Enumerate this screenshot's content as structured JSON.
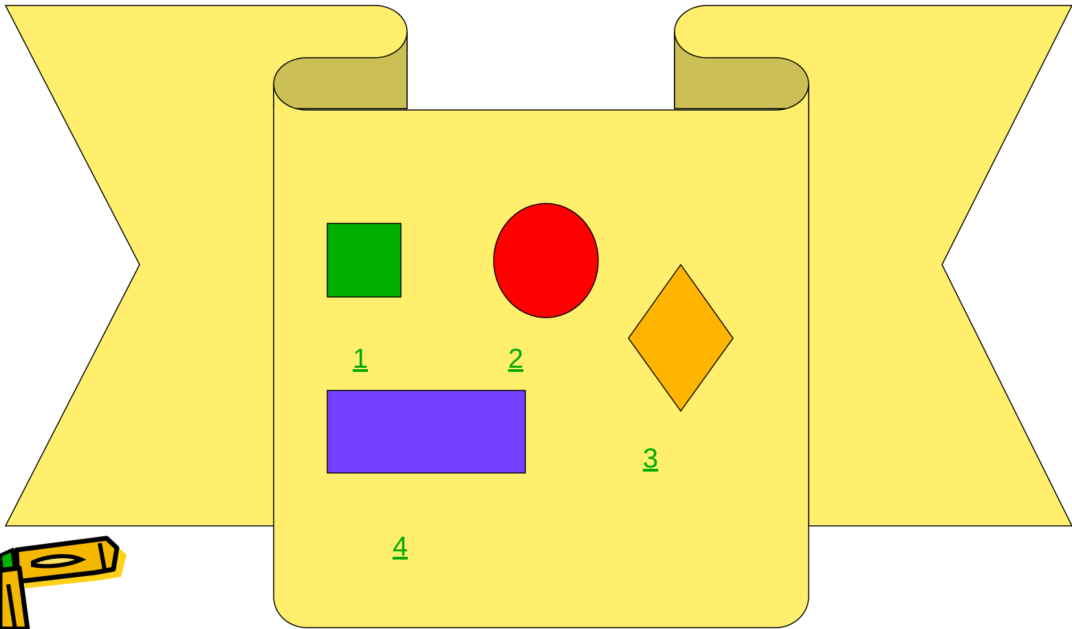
{
  "slide": {
    "banner_color": "#ffef6d",
    "banner_fold_color": "#cbbf55",
    "outline_color": "#000000"
  },
  "shapes": [
    {
      "id": "square",
      "label": "1",
      "color": "#00b000"
    },
    {
      "id": "circle",
      "label": "2",
      "color": "#ff0000"
    },
    {
      "id": "diamond",
      "label": "3",
      "color": "#ffb400"
    },
    {
      "id": "rectangle",
      "label": "4",
      "color": "#7340ff"
    }
  ],
  "link_color": "#00aa00",
  "decoration": {
    "icon": "pencil-icon"
  }
}
